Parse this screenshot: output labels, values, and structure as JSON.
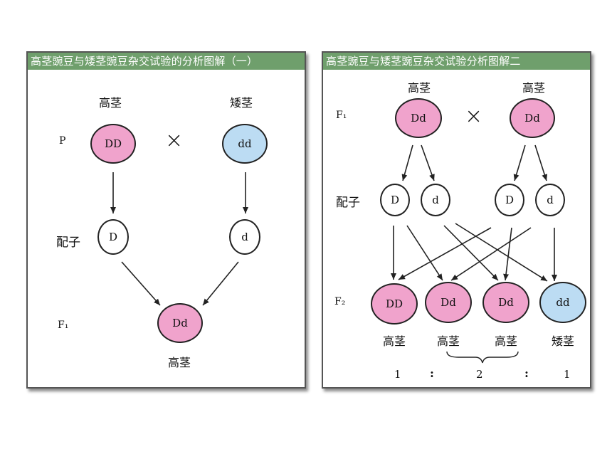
{
  "left_panel": {
    "title": "高茎豌豆与矮茎豌豆杂交试验的分析图解（一）",
    "labels": {
      "tall_parent": "高茎",
      "short_parent": "矮茎",
      "P": "P",
      "cross": "×",
      "gametes": "配子",
      "F1": "F₁",
      "f1_phenotype": "高茎"
    },
    "nodes": {
      "parent_tall": "DD",
      "parent_short": "dd",
      "gamete_D": "D",
      "gamete_d": "d",
      "f1": "Dd"
    }
  },
  "right_panel": {
    "title": "高茎豌豆与矮茎豌豆杂交试验分析图解二",
    "labels": {
      "tall_left": "高茎",
      "tall_right": "高茎",
      "F1": "F₁",
      "cross": "×",
      "gametes": "配子",
      "F2": "F₂",
      "pheno_1": "高茎",
      "pheno_2": "高茎",
      "pheno_3": "高茎",
      "pheno_4": "矮茎"
    },
    "nodes": {
      "f1_left": "Dd",
      "f1_right": "Dd",
      "g1": "D",
      "g2": "d",
      "g3": "D",
      "g4": "d",
      "f2_1": "DD",
      "f2_2": "Dd",
      "f2_3": "Dd",
      "f2_4": "dd"
    },
    "ratio": [
      "1",
      ":",
      "2",
      ":",
      "1"
    ]
  },
  "colors": {
    "title_bar": "#6f9f6c",
    "dominant_fill": "#f0a3cc",
    "recessive_fill": "#bcdcf3",
    "gamete_fill": "#ffffff"
  }
}
